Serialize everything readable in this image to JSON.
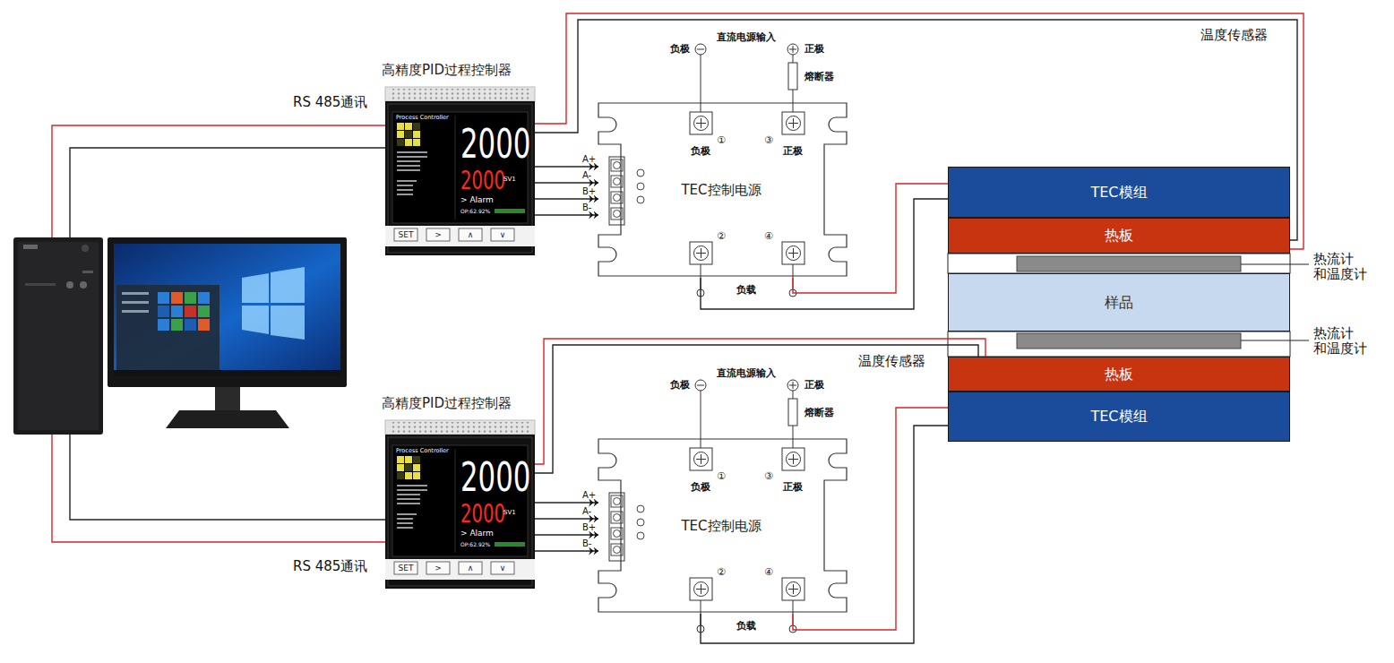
{
  "diagram": {
    "nodes": [
      {
        "text": [
          "高精度PID过程控制器",
          "Process Controller",
          "2000",
          "2000",
          "SV1",
          "> Alarm",
          "OP:62.92%",
          "SET",
          ">",
          "∧",
          "∨"
        ]
      },
      {
        "text": [
          "TEC控制电源"
        ]
      },
      {
        "text": [
          "TEC模组"
        ]
      },
      {
        "text": [
          "热板"
        ]
      },
      {
        "text": [
          "样品"
        ]
      },
      {
        "text": [
          "热板"
        ]
      },
      {
        "text": [
          "TEC模组"
        ]
      },
      {
        "text": [
          "高精度PID过程控制器",
          "Process Controller",
          "2000",
          "2000",
          "SV1",
          "> Alarm",
          "OP:62.92%",
          "SET",
          ">",
          "∧",
          "∨"
        ]
      },
      {
        "text": [
          "TEC控制电源"
        ]
      }
    ],
    "edges": [
      {
        "from": 0,
        "to": 1,
        "arrow": "to"
      },
      {
        "from": 0,
        "to": 1,
        "arrow": "to"
      },
      {
        "from": 0,
        "to": 1,
        "arrow": "to"
      },
      {
        "from": 0,
        "to": 1,
        "arrow": "to"
      },
      {
        "from": 0,
        "to": 3,
        "arrow": "none"
      },
      {
        "from": 0,
        "to": 3,
        "arrow": "none"
      },
      {
        "from": 1,
        "to": 2,
        "arrow": "none"
      },
      {
        "from": 1,
        "to": 2,
        "arrow": "none"
      },
      {
        "from": 7,
        "to": 8,
        "arrow": "to"
      },
      {
        "from": 7,
        "to": 8,
        "arrow": "to"
      },
      {
        "from": 7,
        "to": 8,
        "arrow": "to"
      },
      {
        "from": 7,
        "to": 8,
        "arrow": "to"
      },
      {
        "from": 7,
        "to": 5,
        "arrow": "none"
      },
      {
        "from": 7,
        "to": 5,
        "arrow": "none"
      },
      {
        "from": 8,
        "to": 6,
        "arrow": "none"
      },
      {
        "from": 8,
        "to": 6,
        "arrow": "none"
      }
    ],
    "labels": [
      "RS 485通讯",
      "温度传感器",
      "A+",
      "A-",
      "B+",
      "B-",
      "负极",
      "直流电源输入",
      "正极",
      "熔断器",
      "①",
      "③",
      "负极",
      "正极",
      "②",
      "④",
      "负载",
      "热流计 和温度计",
      "热流计 和温度计",
      "温度传感器",
      "负极",
      "直流电源输入",
      "正极",
      "熔断器",
      "①",
      "③",
      "负极",
      "正极",
      "②",
      "④",
      "A+",
      "A-",
      "B+",
      "B-",
      "负载",
      "RS 485通讯"
    ]
  }
}
